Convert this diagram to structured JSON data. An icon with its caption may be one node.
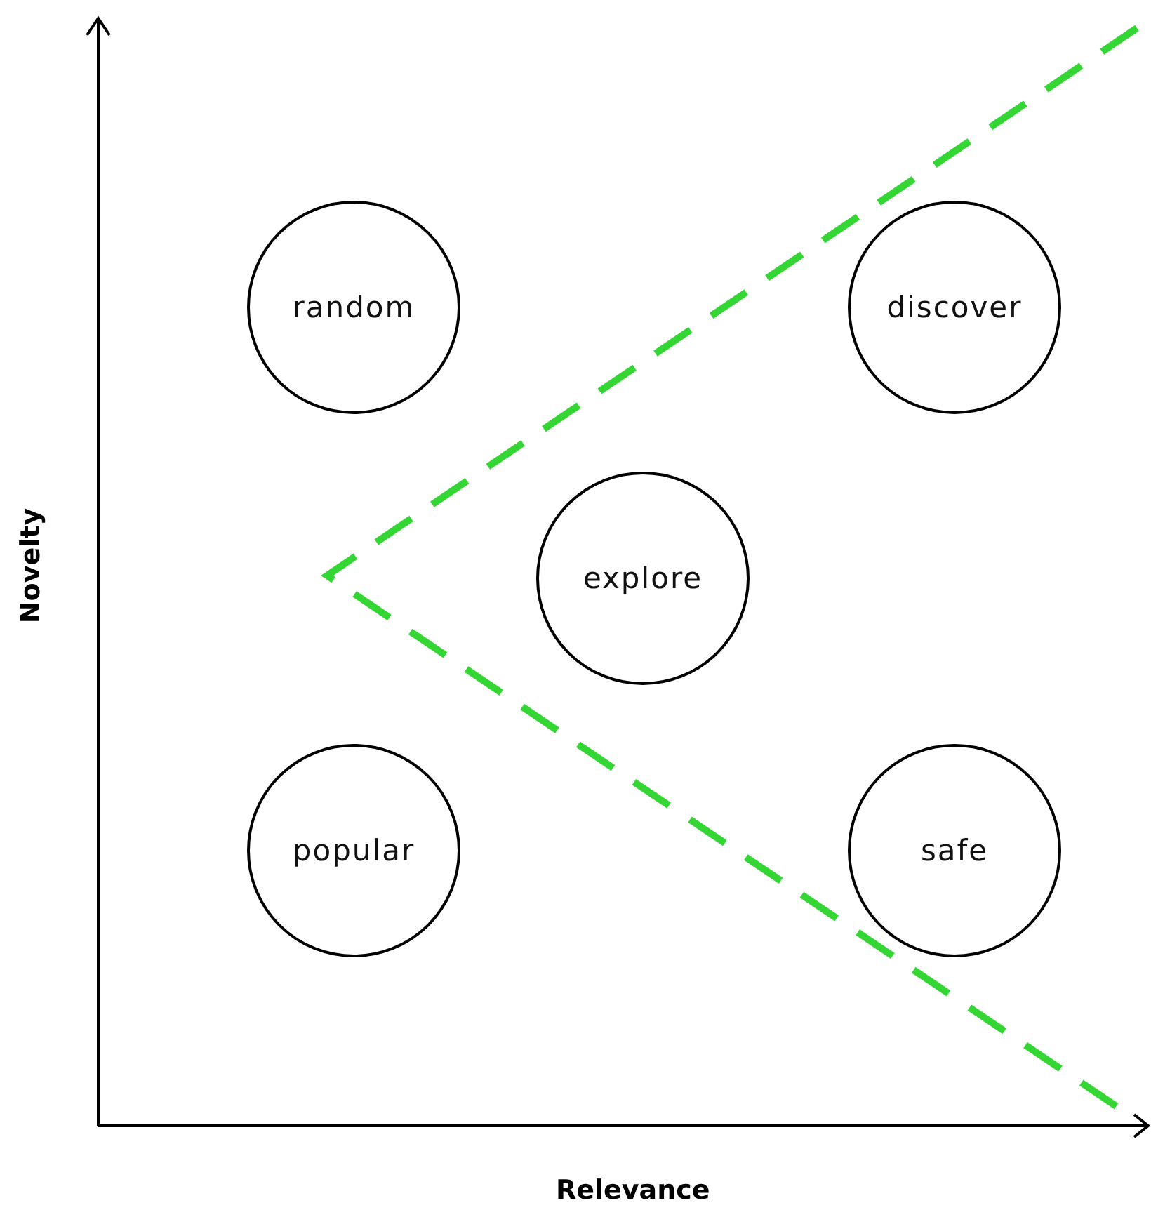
{
  "diagram": {
    "nodes": [
      {
        "text": [
          "random"
        ]
      },
      {
        "text": [
          "discover"
        ]
      },
      {
        "text": [
          "explore"
        ]
      },
      {
        "text": [
          "popular"
        ]
      },
      {
        "text": [
          "safe"
        ]
      }
    ],
    "edges": [],
    "labels": [
      "Novelty",
      "Relevance"
    ]
  }
}
